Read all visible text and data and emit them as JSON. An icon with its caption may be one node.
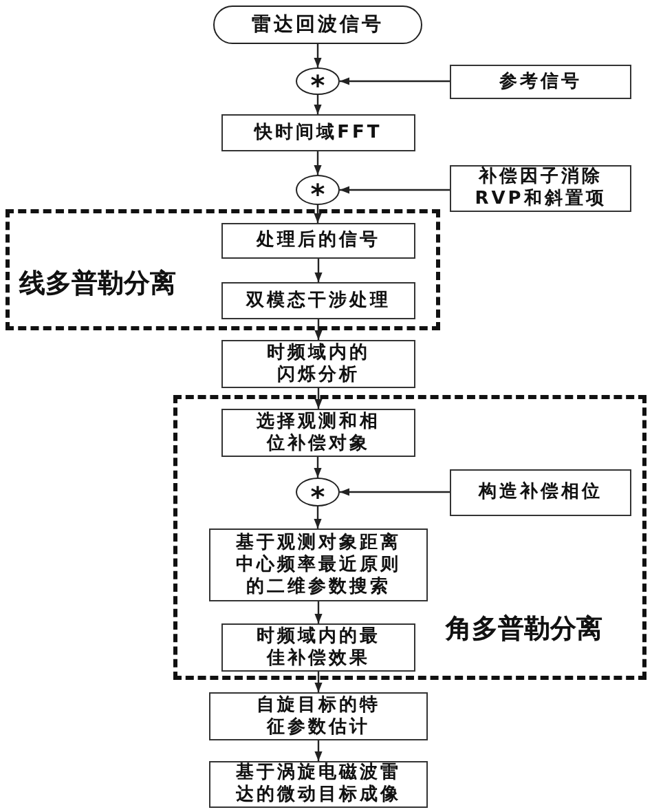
{
  "diagram": {
    "nodes": [
      {
        "text": [
          "雷达回波信号"
        ]
      },
      {
        "text": [
          "*"
        ]
      },
      {
        "text": [
          "参考信号"
        ]
      },
      {
        "text": [
          "快时间域FFT"
        ]
      },
      {
        "text": [
          "*"
        ]
      },
      {
        "text": [
          "补偿因子消除RVP和斜置项"
        ]
      },
      {
        "text": [
          "线多普勒分离"
        ]
      },
      {
        "text": [
          "处理后的信号"
        ],
        "in": 6
      },
      {
        "text": [
          "双模态干涉处理"
        ],
        "in": 6
      },
      {
        "text": [
          "时频域内的闪烁分析"
        ]
      },
      {
        "text": [
          "角多普勒分离"
        ]
      },
      {
        "text": [
          "选择观测和相位补偿对象"
        ],
        "in": 10
      },
      {
        "text": [
          "*"
        ],
        "in": 10
      },
      {
        "text": [
          "构造补偿相位"
        ],
        "in": 10
      },
      {
        "text": [
          "基于观测对象距离中心频率最近原则的二维参数搜索"
        ],
        "in": 10
      },
      {
        "text": [
          "时频域内的最佳补偿效果"
        ],
        "in": 10
      },
      {
        "text": [
          "自旋目标的特征参数估计"
        ]
      },
      {
        "text": [
          "基于涡旋电磁波雷达的微动目标成像"
        ]
      }
    ],
    "edges": [
      {
        "from": 0,
        "to": 1,
        "arrow": "to"
      },
      {
        "from": 2,
        "to": 1,
        "arrow": "to"
      },
      {
        "from": 1,
        "to": 3,
        "arrow": "to"
      },
      {
        "from": 3,
        "to": 4,
        "arrow": "to"
      },
      {
        "from": 5,
        "to": 4,
        "arrow": "to"
      },
      {
        "from": 4,
        "to": 7,
        "arrow": "to"
      },
      {
        "from": 7,
        "to": 8,
        "arrow": "to"
      },
      {
        "from": 8,
        "to": 9,
        "arrow": "to"
      },
      {
        "from": 9,
        "to": 11,
        "arrow": "to"
      },
      {
        "from": 11,
        "to": 12,
        "arrow": "to"
      },
      {
        "from": 13,
        "to": 12,
        "arrow": "to"
      },
      {
        "from": 12,
        "to": 14,
        "arrow": "to"
      },
      {
        "from": 14,
        "to": 15,
        "arrow": "to"
      },
      {
        "from": 15,
        "to": 16,
        "arrow": "to"
      },
      {
        "from": 16,
        "to": 17,
        "arrow": "to"
      }
    ]
  }
}
